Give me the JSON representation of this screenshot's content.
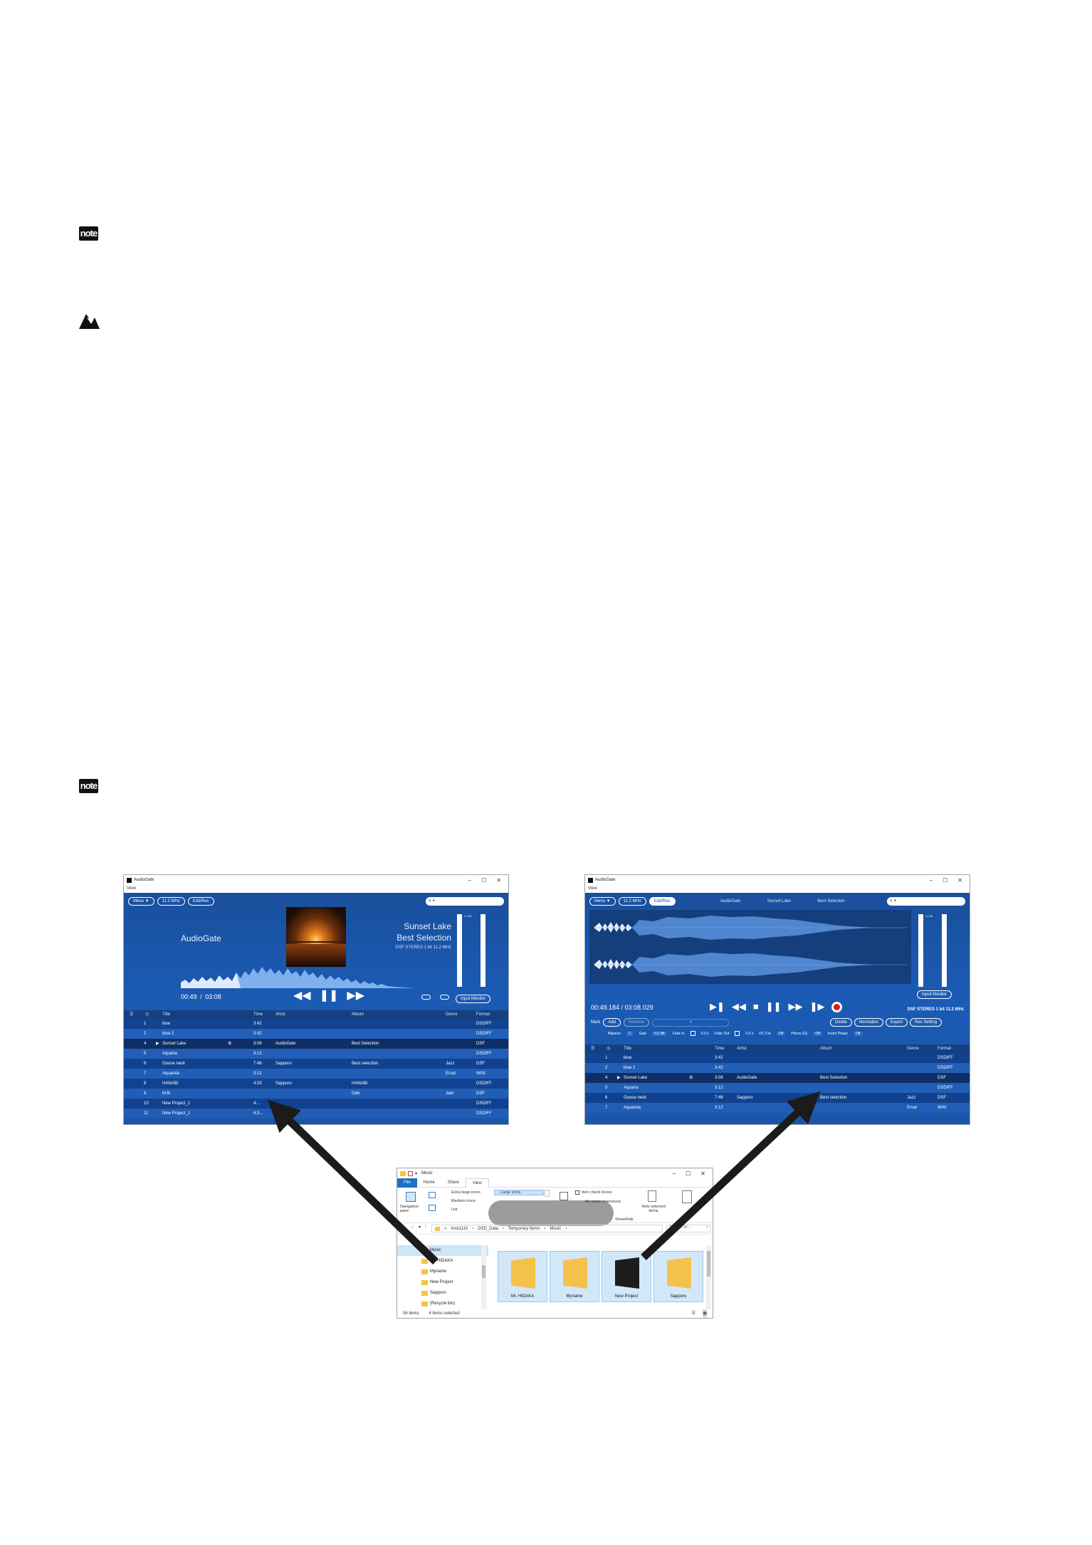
{
  "icons": {
    "note_label": "note",
    "note_icon": "note-icon",
    "warning_icon": "warning-icon"
  },
  "left_window": {
    "title": "AudioGate",
    "menubar": "View",
    "buttons": [
      "Menu ▼",
      "11.2 MHz",
      "Edit/Rec"
    ],
    "app_name": "AudioGate",
    "track_title": "Sunset Lake",
    "album": "Best Selection",
    "format_info": "DSF STEREO 1 bit 11.2 MHz",
    "time_elapsed": "00:49",
    "time_sep": "/",
    "time_total": "03:08",
    "input_monitor": "Input Monitor",
    "meter_top": "0.0dB",
    "columns": [
      "Title",
      "Time",
      "Artist",
      "Album",
      "Genre",
      "Format"
    ],
    "rows": [
      {
        "no": "1",
        "title": "blue",
        "time": "3:42",
        "artist": "",
        "album": "",
        "genre": "",
        "format": "DSDIFF"
      },
      {
        "no": "2",
        "title": "blue 2",
        "time": "3:42",
        "artist": "",
        "album": "",
        "genre": "",
        "format": "DSDIFF"
      },
      {
        "no": "4",
        "title": "Sunset Lake",
        "time": "3:08",
        "artist": "AudioGate",
        "album": "Best Selection",
        "genre": "",
        "format": "DSF"
      },
      {
        "no": "5",
        "title": "Aquaria",
        "time": "3:12",
        "artist": "",
        "album": "",
        "genre": "",
        "format": "DSDIFF"
      },
      {
        "no": "6",
        "title": "Goose neck",
        "time": "7:46",
        "artist": "Sapporo",
        "album": "Best selection",
        "genre": "Jazz",
        "format": "DSF"
      },
      {
        "no": "7",
        "title": "Aquarela",
        "time": "3:12",
        "artist": "",
        "album": "",
        "genre": "Ervat",
        "format": "WAV"
      },
      {
        "no": "8",
        "title": "HANABI",
        "time": "4:33",
        "artist": "Sapporo",
        "album": "HANABI",
        "genre": "",
        "format": "DSDIFF"
      },
      {
        "no": "9",
        "title": "M.B.",
        "time": "",
        "artist": "",
        "album": "Ode",
        "genre": "Jam",
        "format": "DSF"
      },
      {
        "no": "10",
        "title": "New Project_2",
        "time": "4:...",
        "artist": "",
        "album": "",
        "genre": "",
        "format": "DSDIFF"
      },
      {
        "no": "11",
        "title": "New Project_1",
        "time": "4:3...",
        "artist": "",
        "album": "",
        "genre": "",
        "format": "DSDIFF"
      }
    ]
  },
  "right_window": {
    "title": "AudioGate",
    "menubar": "View",
    "buttons": [
      "Menu ▼",
      "11.2 MHz",
      "Edit/Rec"
    ],
    "now_artist": "AudioGate",
    "now_title": "Sunset Lake",
    "now_album": "Best Selection",
    "time": "00:49.184 / 03:08.029",
    "format_info": "DSF STEREO 1 bit 11.2 MHz",
    "input_monitor": "Input Monitor",
    "meter_top": "0.0dB",
    "mark_label": "Mark",
    "mark_buttons": [
      "Add",
      "Remove"
    ],
    "edit_buttons": [
      "Divide",
      "Normalize",
      "Export",
      "Rec Setting"
    ],
    "param_labels": [
      "Balance",
      "Gain",
      "Fade In",
      "Fade Out",
      "DC Cut",
      "Phono EQ",
      "Invert Phase"
    ],
    "param_values": [
      "C",
      "0.0 dB",
      "0.0 s",
      "0.0 s",
      "Off",
      "Off",
      "Off"
    ],
    "columns": [
      "Title",
      "Time",
      "Artist",
      "Album",
      "Genre",
      "Format"
    ],
    "rows": [
      {
        "no": "1",
        "title": "blue",
        "time": "3:42",
        "artist": "",
        "album": "",
        "genre": "",
        "format": "DSDIFF"
      },
      {
        "no": "2",
        "title": "blue 2",
        "time": "3:42",
        "artist": "",
        "album": "",
        "genre": "",
        "format": "DSDIFF"
      },
      {
        "no": "4",
        "title": "Sunset Lake",
        "time": "3:08",
        "artist": "AudioGate",
        "album": "Best Selection",
        "genre": "",
        "format": "DSF"
      },
      {
        "no": "5",
        "title": "Aquaria",
        "time": "3:12",
        "artist": "",
        "album": "",
        "genre": "",
        "format": "DSDIFF"
      },
      {
        "no": "6",
        "title": "Goose neck",
        "time": "7:46",
        "artist": "Sapporo",
        "album": "Best selection",
        "genre": "Jazz",
        "format": "DSF"
      },
      {
        "no": "7",
        "title": "Aquarela",
        "time": "3:12",
        "artist": "",
        "album": "",
        "genre": "Ervat",
        "format": "WAV"
      }
    ]
  },
  "explorer": {
    "title": "Music",
    "tabs": [
      "File",
      "Home",
      "Share",
      "View"
    ],
    "layout_options": [
      "Extra large icons",
      "Large icons",
      "Medium icons",
      "List"
    ],
    "navigation_pane": "Navigation pane",
    "item_check_boxes": "Item check boxes",
    "file_name_extensions": "file name extensions",
    "hide_selected": "Hide selected items",
    "show_hide": "Show/hide",
    "breadcrumb": [
      "«",
      "host1110",
      "DSD_Data",
      "Temporary Items",
      "Music"
    ],
    "search_placeholder": "Search M...",
    "nav_items": [
      "Music",
      "Mr. HIDAKA",
      "Myname",
      "New Project",
      "Sapporo",
      "(Recycle bin)"
    ],
    "tiles": [
      "Mr. HIDAKA",
      "Myname",
      "New Project",
      "Sapporo"
    ],
    "status_items": "56 items",
    "status_selected": "4 items selected"
  }
}
